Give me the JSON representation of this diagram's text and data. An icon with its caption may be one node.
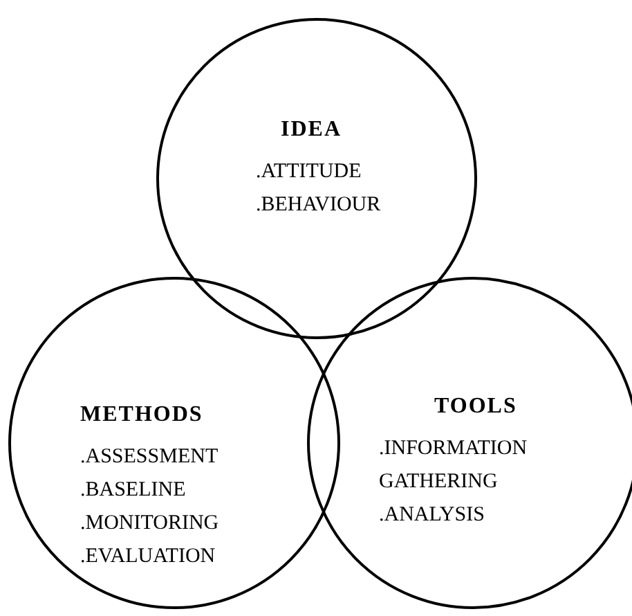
{
  "diagram": {
    "nodes": [
      {
        "text": [
          "IDEA",
          ".ATTITUDE",
          ".BEHAVIOUR"
        ]
      },
      {
        "text": [
          "METHODS",
          ".ASSESSMENT",
          ".BASELINE",
          ".MONITORING",
          ".EVALUATION"
        ]
      },
      {
        "text": [
          "TOOLS",
          ".INFORMATION GATHERING",
          ".ANALYSIS"
        ]
      }
    ],
    "edges": []
  }
}
